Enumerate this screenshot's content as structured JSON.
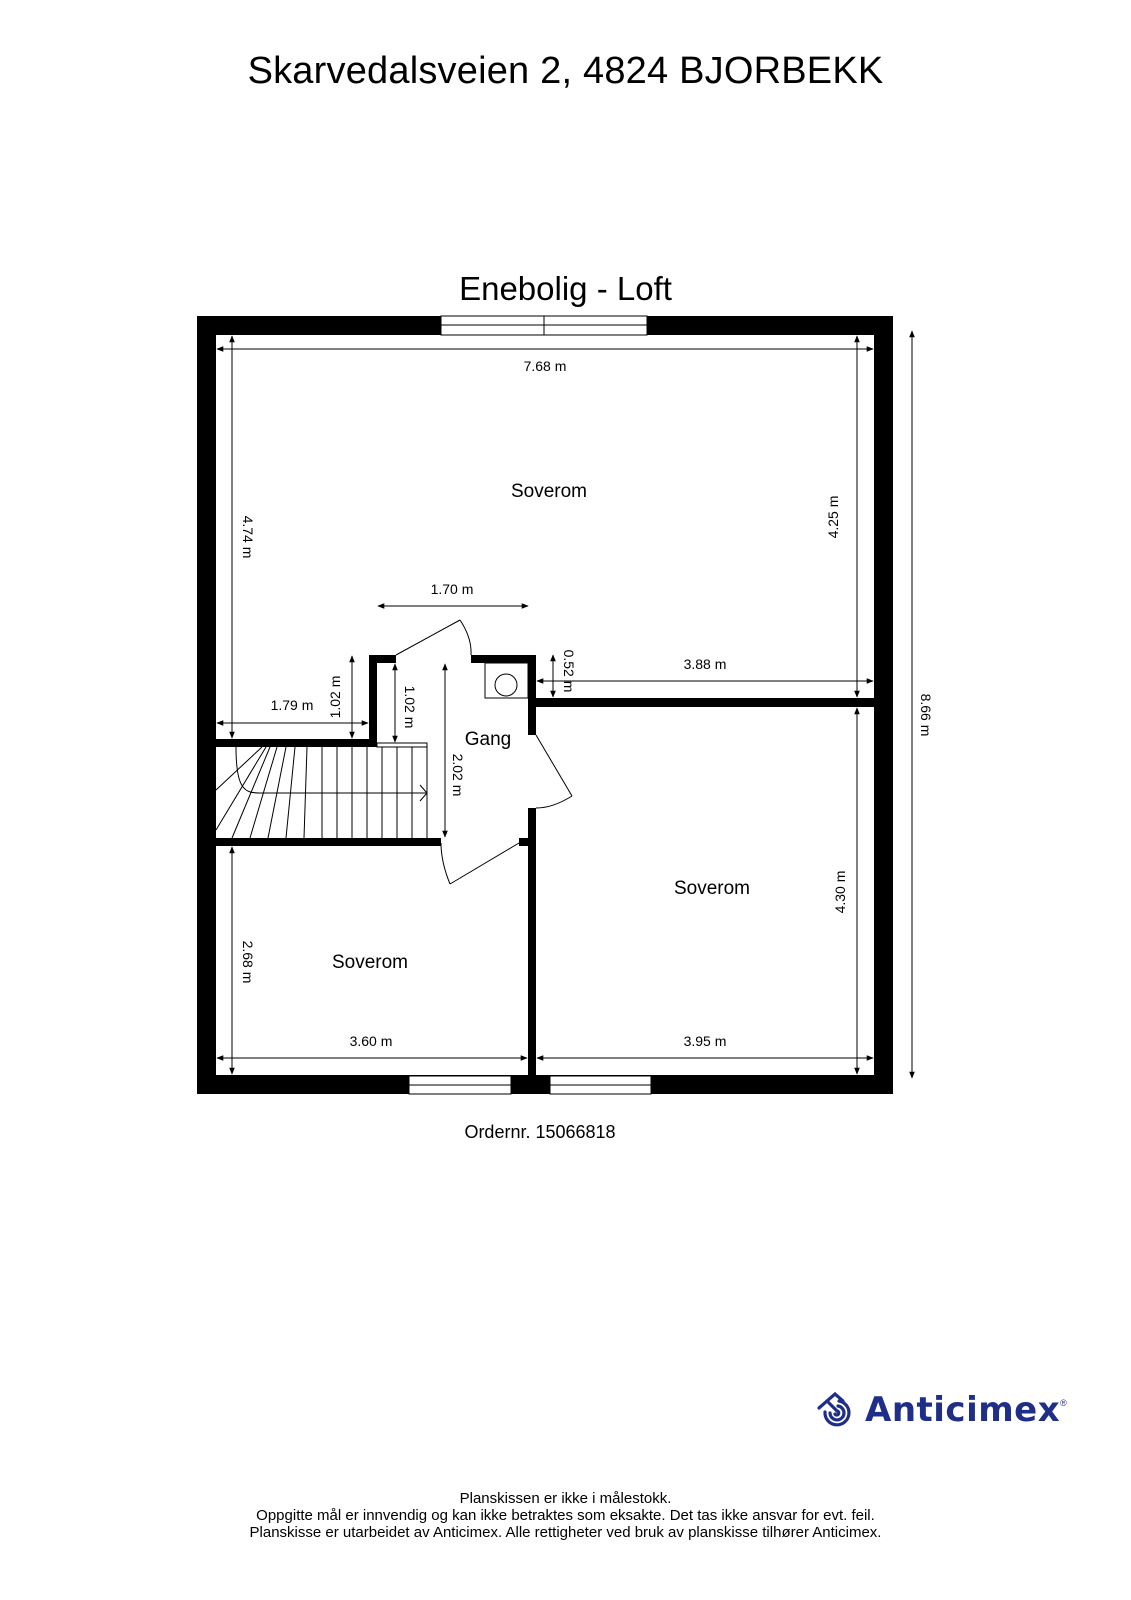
{
  "header": {
    "address": "Skarvedalsveien 2, 4824 BJORBEKK",
    "plan_title": "Enebolig  - Loft"
  },
  "rooms": [
    {
      "name": "Soverom",
      "position": "top"
    },
    {
      "name": "Gang",
      "position": "center-hall"
    },
    {
      "name": "Soverom",
      "position": "bottom-right"
    },
    {
      "name": "Soverom",
      "position": "bottom-left"
    }
  ],
  "dimensions": {
    "total_width": "7.68 m",
    "total_depth": "8.66 m",
    "top_left_height": "4.74 m",
    "top_right_height": "4.25 m",
    "hall_top_width": "1.70 m",
    "stair_left_width": "1.79 m",
    "stair_top_left_height": "1.02 m",
    "stair_top_right_height": "1.02 m",
    "hall_height": "2.02 m",
    "chimney_offset": "0.52 m",
    "top_right_width": "3.88 m",
    "bottom_right_height": "4.30 m",
    "bottom_left_height": "2.68 m",
    "bottom_left_width": "3.60 m",
    "bottom_right_width": "3.95 m"
  },
  "order": {
    "label": "Ordernr. 15066818"
  },
  "brand": {
    "name": "Anticimex",
    "registered": "®",
    "color": "#1f2f87",
    "icon": "anticimex-spiral-icon"
  },
  "footer": {
    "line1": "Planskissen er ikke i målestokk.",
    "line2": "Oppgitte mål er innvendig og kan ikke betraktes som eksakte. Det tas ikke ansvar for evt. feil.",
    "line3": "Planskisse er utarbeidet av Anticimex. Alle rettigheter ved bruk av planskisse tilhører Anticimex."
  }
}
